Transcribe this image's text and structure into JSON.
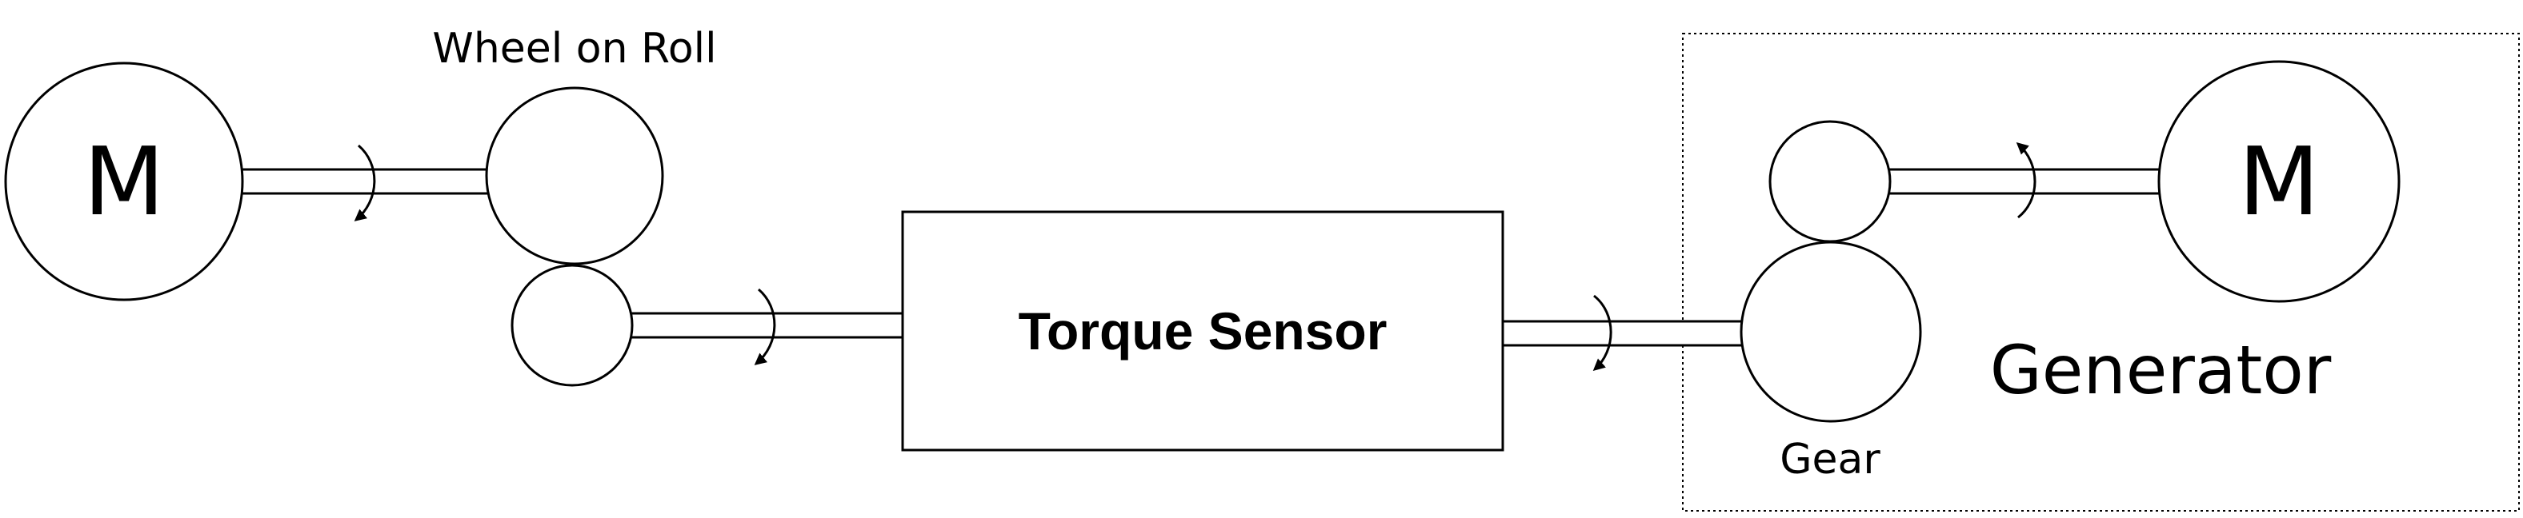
{
  "labels": {
    "motor_left": "M",
    "wheel_on_roll": "Wheel on Roll",
    "torque_sensor": "Torque Sensor",
    "gear": "Gear",
    "generator": "Generator",
    "motor_right": "M"
  },
  "icons": [
    "rotation-arrow-icon"
  ]
}
